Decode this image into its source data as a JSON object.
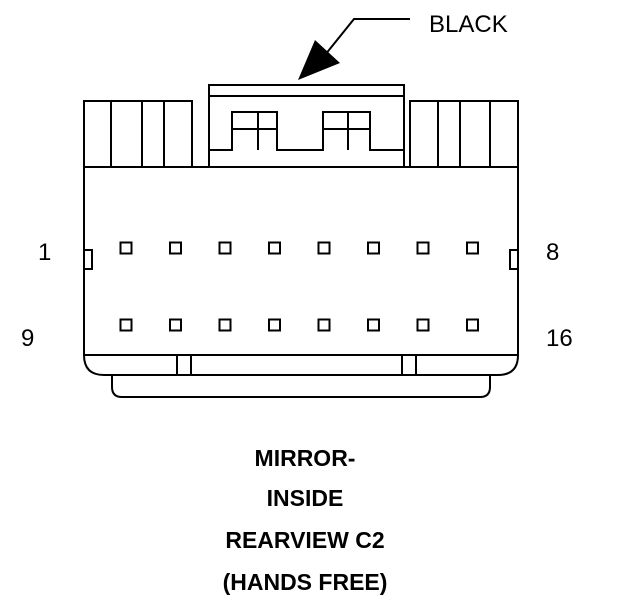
{
  "connector": {
    "color_label": "BLACK",
    "pin_labels": {
      "top_left": "1",
      "top_right": "8",
      "bottom_left": "9",
      "bottom_right": "16"
    },
    "cavity_rows": 2,
    "cavities_per_row": 8,
    "title_lines": [
      "MIRROR-",
      "INSIDE",
      "REARVIEW C2",
      "(HANDS FREE)"
    ]
  },
  "colors": {
    "line": "#000000",
    "background": "#ffffff"
  }
}
